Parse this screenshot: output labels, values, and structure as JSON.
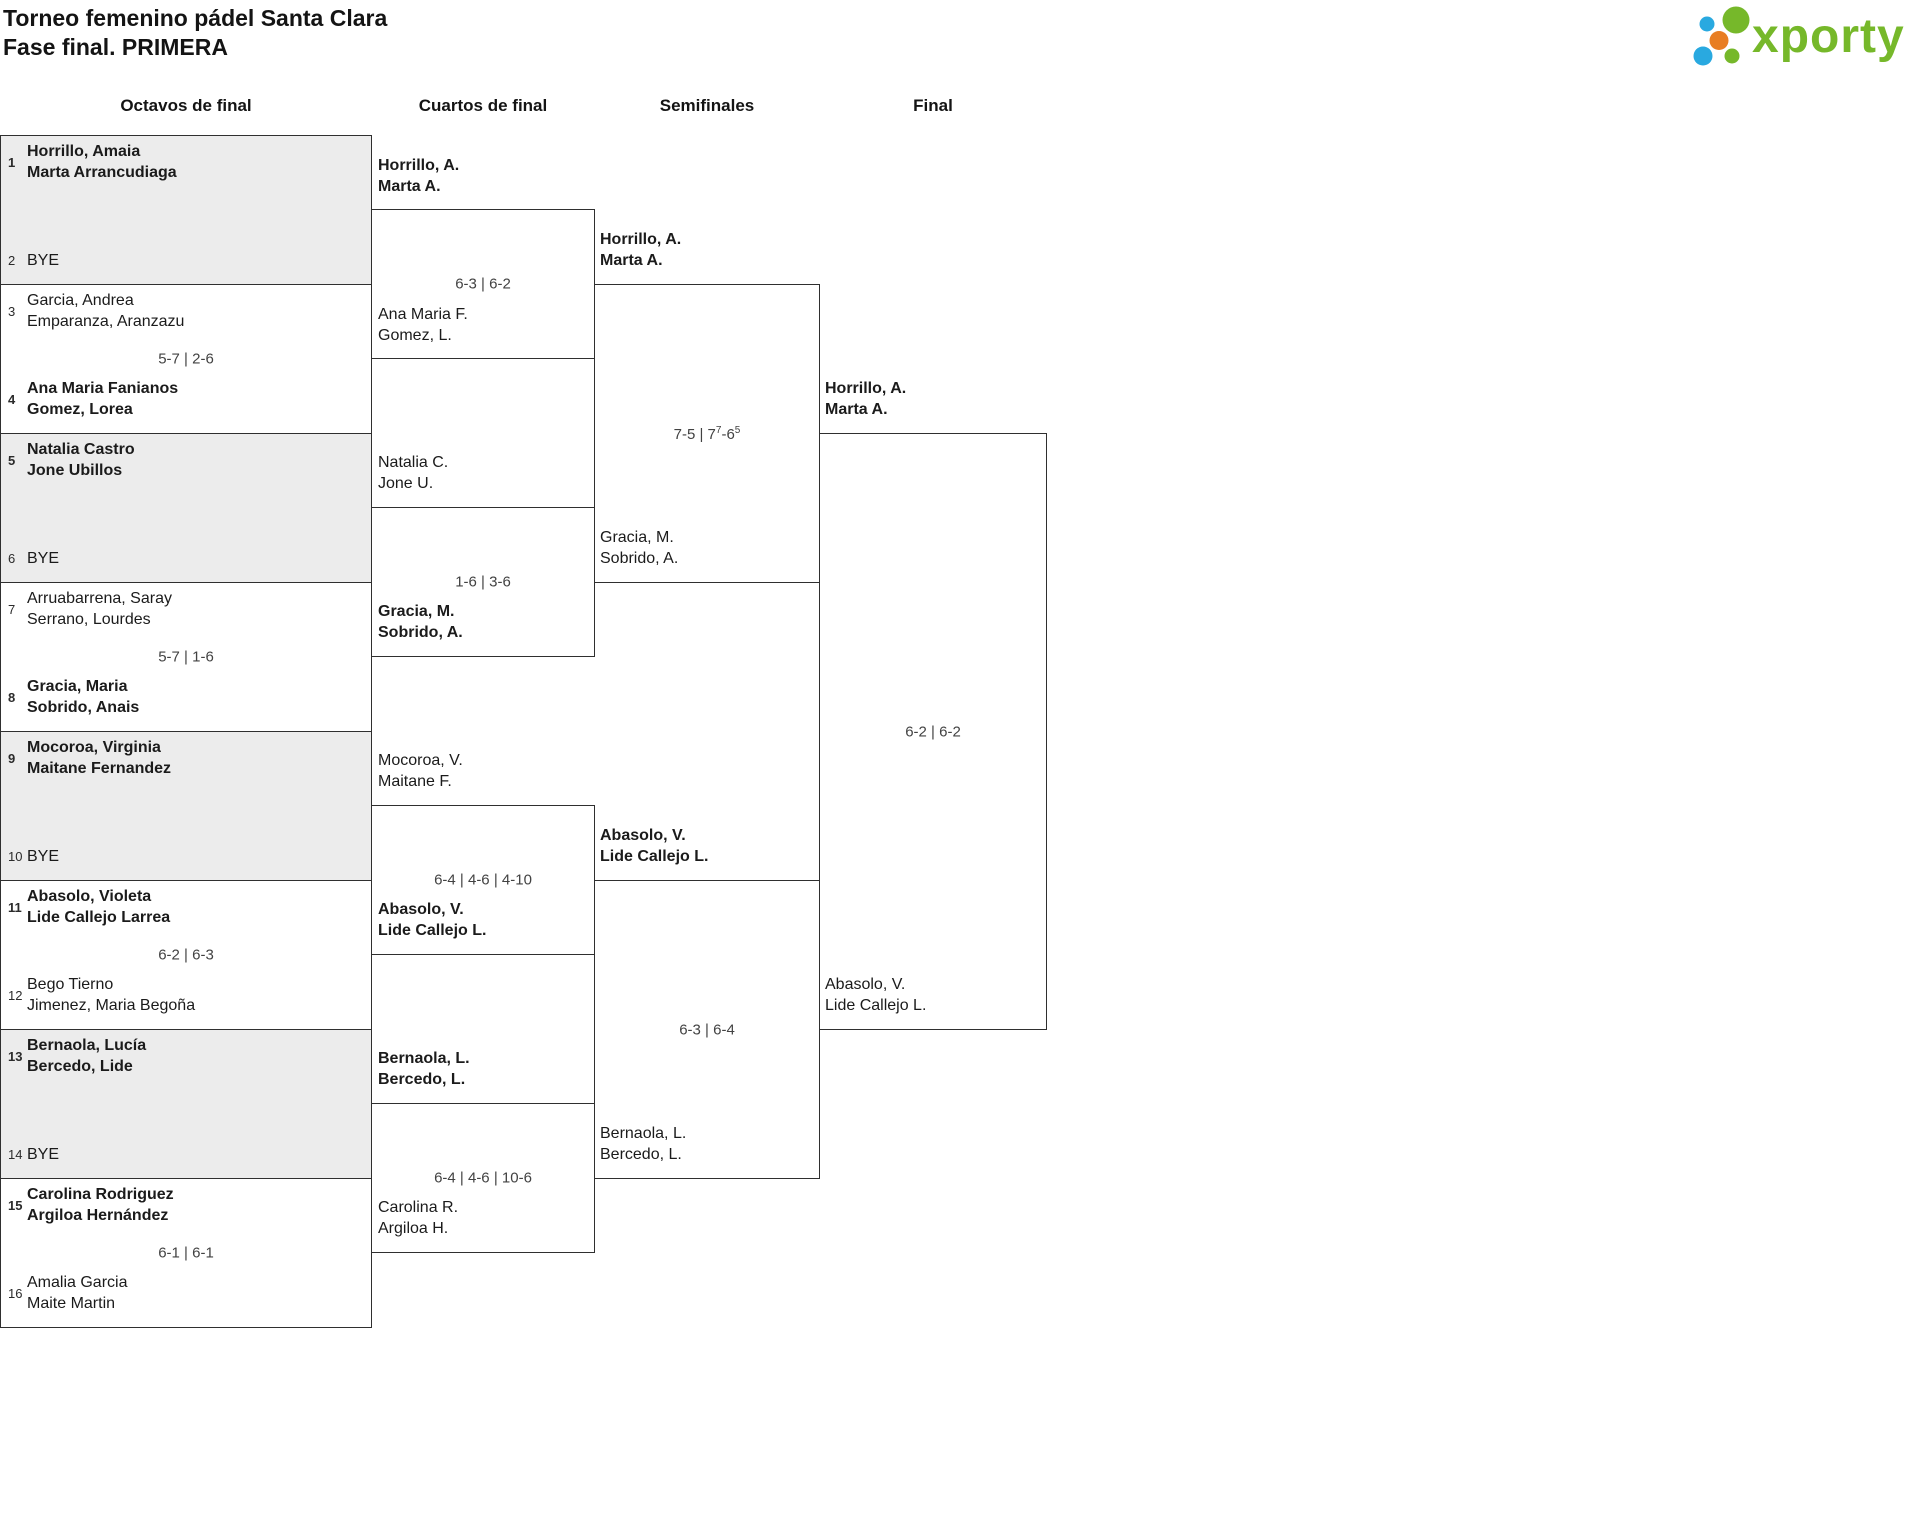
{
  "header": {
    "title_line1": "Torneo femenino pádel Santa Clara",
    "title_line2": "Fase final. PRIMERA"
  },
  "logo": {
    "text": "xporty",
    "green": "#76b82a",
    "blue": "#29a9e0",
    "orange": "#e87e22"
  },
  "round_headers": [
    "Octavos de final",
    "Cuartos de final",
    "Semifinales",
    "Final"
  ],
  "round16": [
    {
      "score": "",
      "p1": {
        "seed": "1",
        "lines": [
          "Horrillo, Amaia",
          "Marta Arrancudiaga"
        ],
        "winner": true
      },
      "p2": {
        "seed": "2",
        "lines": [
          "BYE"
        ],
        "winner": false
      }
    },
    {
      "score": "5-7 | 2-6",
      "p1": {
        "seed": "3",
        "lines": [
          "Garcia, Andrea",
          "Emparanza, Aranzazu"
        ],
        "winner": false
      },
      "p2": {
        "seed": "4",
        "lines": [
          "Ana Maria Fanianos",
          "Gomez, Lorea"
        ],
        "winner": true
      }
    },
    {
      "score": "",
      "p1": {
        "seed": "5",
        "lines": [
          "Natalia Castro",
          "Jone Ubillos"
        ],
        "winner": true
      },
      "p2": {
        "seed": "6",
        "lines": [
          "BYE"
        ],
        "winner": false
      }
    },
    {
      "score": "5-7 | 1-6",
      "p1": {
        "seed": "7",
        "lines": [
          "Arruabarrena, Saray",
          "Serrano, Lourdes"
        ],
        "winner": false
      },
      "p2": {
        "seed": "8",
        "lines": [
          "Gracia, Maria",
          "Sobrido, Anais"
        ],
        "winner": true
      }
    },
    {
      "score": "",
      "p1": {
        "seed": "9",
        "lines": [
          "Mocoroa, Virginia",
          "Maitane Fernandez"
        ],
        "winner": true
      },
      "p2": {
        "seed": "10",
        "lines": [
          "BYE"
        ],
        "winner": false
      }
    },
    {
      "score": "6-2 | 6-3",
      "p1": {
        "seed": "11",
        "lines": [
          "Abasolo, Violeta",
          "Lide Callejo Larrea"
        ],
        "winner": true
      },
      "p2": {
        "seed": "12",
        "lines": [
          "Bego Tierno",
          "Jimenez, Maria Begoña"
        ],
        "winner": false
      }
    },
    {
      "score": "",
      "p1": {
        "seed": "13",
        "lines": [
          "Bernaola, Lucía",
          "Bercedo, Lide"
        ],
        "winner": true
      },
      "p2": {
        "seed": "14",
        "lines": [
          "BYE"
        ],
        "winner": false
      }
    },
    {
      "score": "6-1 | 6-1",
      "p1": {
        "seed": "15",
        "lines": [
          "Carolina Rodriguez",
          "Argiloa Hernández"
        ],
        "winner": true
      },
      "p2": {
        "seed": "16",
        "lines": [
          "Amalia Garcia",
          "Maite Martin"
        ],
        "winner": false
      }
    }
  ],
  "quarterfinals": [
    {
      "score": "6-3 | 6-2",
      "p1": {
        "lines": [
          "Horrillo, A.",
          "Marta A."
        ],
        "winner": true
      },
      "p2": {
        "lines": [
          "Ana Maria F.",
          "Gomez, L."
        ],
        "winner": false
      }
    },
    {
      "score": "1-6 | 3-6",
      "p1": {
        "lines": [
          "Natalia C.",
          "Jone U."
        ],
        "winner": false
      },
      "p2": {
        "lines": [
          "Gracia, M.",
          "Sobrido, A."
        ],
        "winner": true
      }
    },
    {
      "score": "6-4 | 4-6 | 4-10",
      "p1": {
        "lines": [
          "Mocoroa, V.",
          "Maitane F."
        ],
        "winner": false
      },
      "p2": {
        "lines": [
          "Abasolo, V.",
          "Lide Callejo L."
        ],
        "winner": true
      }
    },
    {
      "score": "6-4 | 4-6 | 10-6",
      "p1": {
        "lines": [
          "Bernaola, L.",
          "Bercedo, L."
        ],
        "winner": true
      },
      "p2": {
        "lines": [
          "Carolina R.",
          "Argiloa H."
        ],
        "winner": false
      }
    }
  ],
  "semifinals": [
    {
      "score": "7-5 | 7^7-6^5",
      "p1": {
        "lines": [
          "Horrillo, A.",
          "Marta A."
        ],
        "winner": true
      },
      "p2": {
        "lines": [
          "Gracia, M.",
          "Sobrido, A."
        ],
        "winner": false
      }
    },
    {
      "score": "6-3 | 6-4",
      "p1": {
        "lines": [
          "Abasolo, V.",
          "Lide Callejo L."
        ],
        "winner": true
      },
      "p2": {
        "lines": [
          "Bernaola, L.",
          "Bercedo, L."
        ],
        "winner": false
      }
    }
  ],
  "final": {
    "score": "6-2 | 6-2",
    "p1": {
      "lines": [
        "Horrillo, A.",
        "Marta A."
      ],
      "winner": true
    },
    "p2": {
      "lines": [
        "Abasolo, V.",
        "Lide Callejo L."
      ],
      "winner": false
    }
  }
}
